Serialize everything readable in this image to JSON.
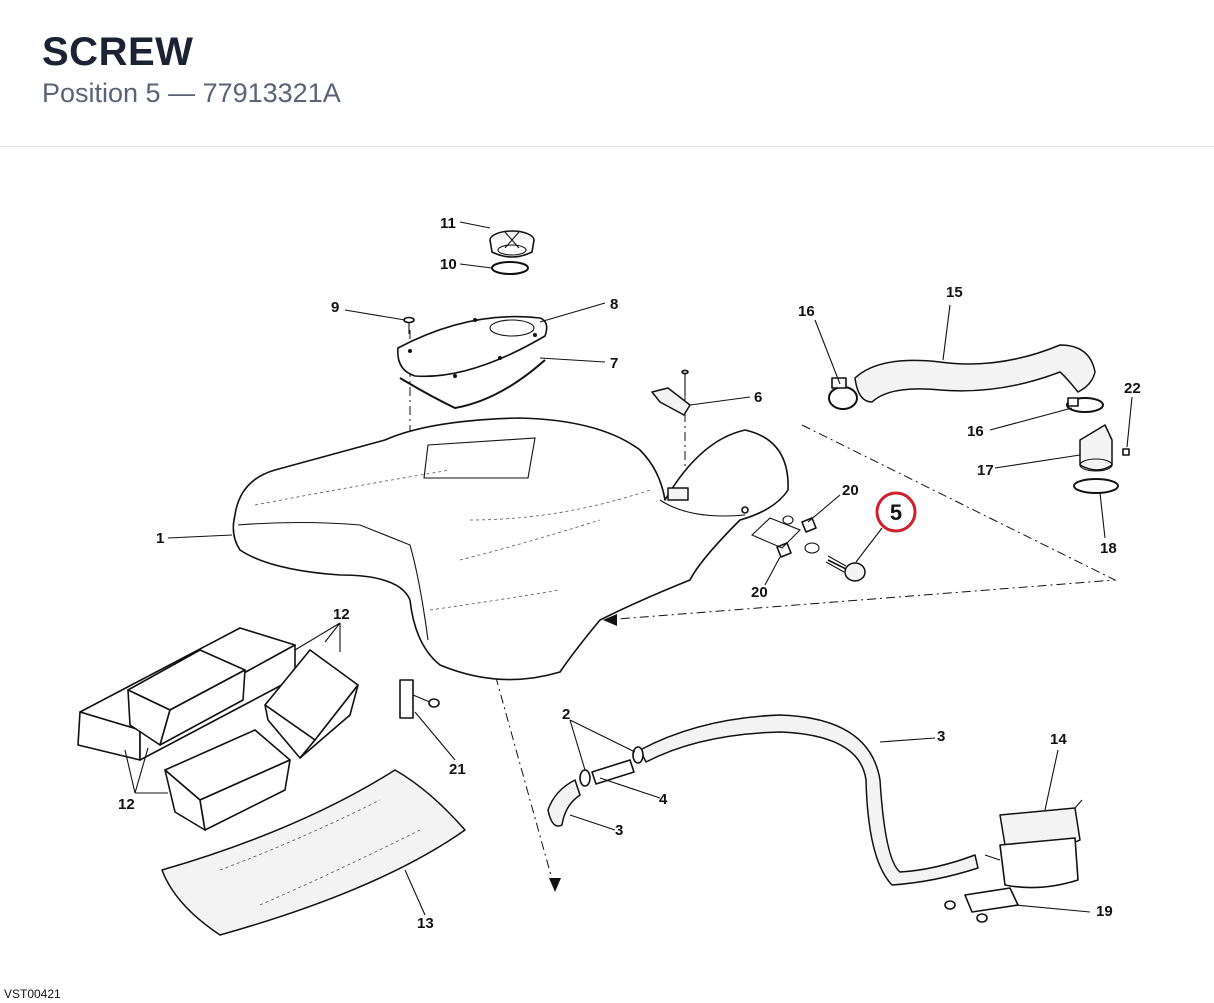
{
  "header": {
    "title": "SCREW",
    "subtitle": "Position 5 — 77913321A"
  },
  "diagram": {
    "highlighted_callout": "5",
    "highlight_color": "#d0202c",
    "callouts": [
      "11",
      "10",
      "9",
      "8",
      "7",
      "6",
      "16",
      "15",
      "22",
      "16",
      "17",
      "18",
      "1",
      "20",
      "20",
      "12",
      "12",
      "21",
      "2",
      "3",
      "4",
      "3",
      "14",
      "13",
      "19"
    ]
  },
  "footer": {
    "drawing_code": "VST00421"
  }
}
